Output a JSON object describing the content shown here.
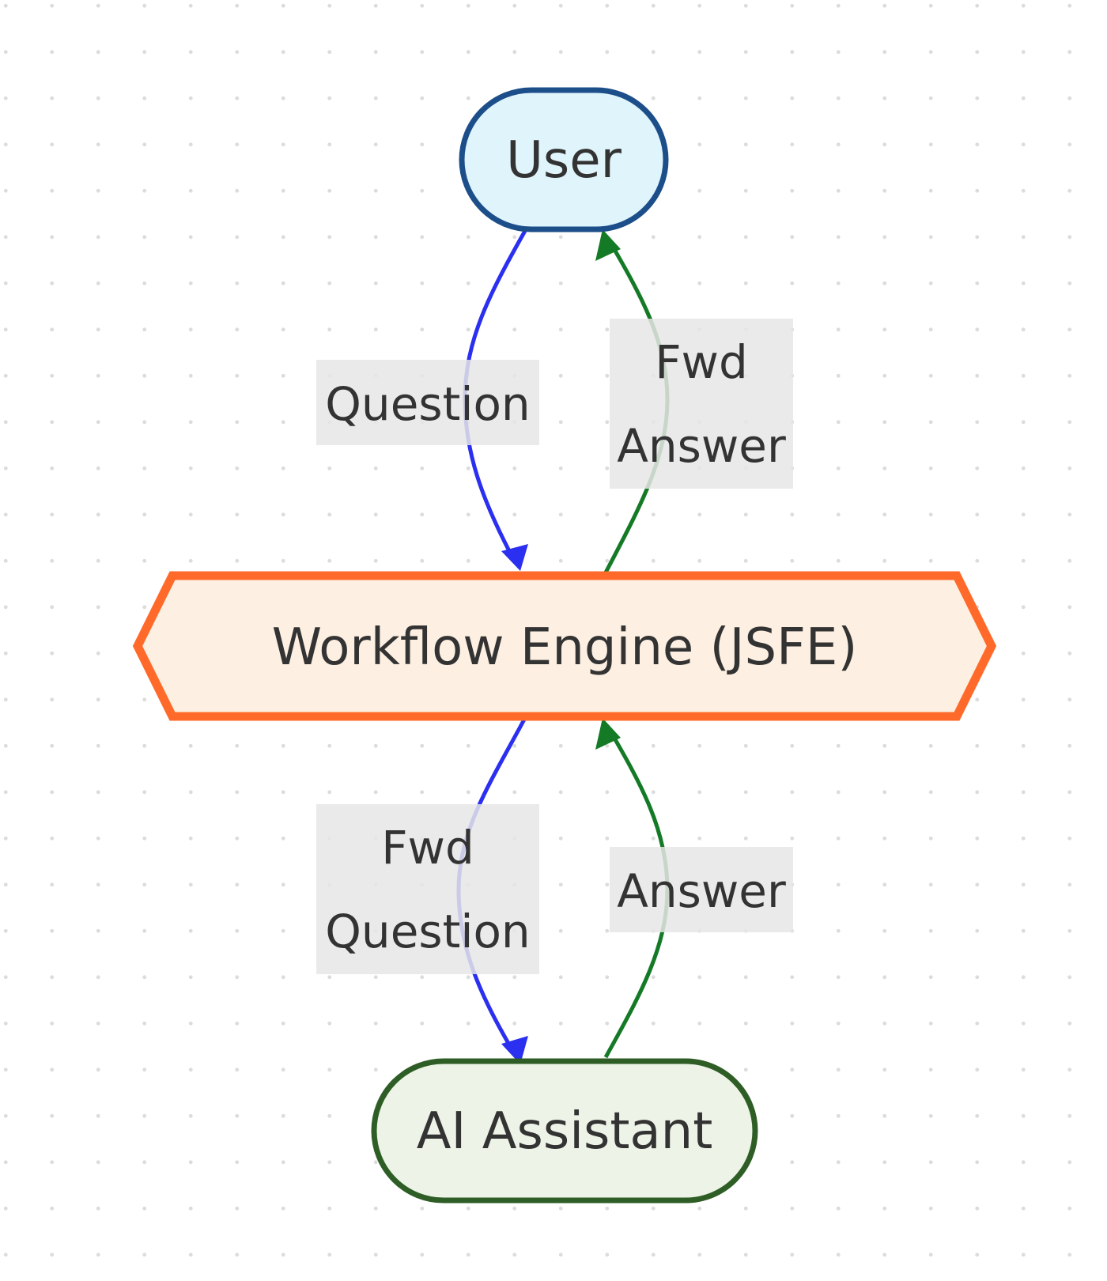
{
  "nodes": {
    "user": {
      "label": "User",
      "fill": "#dff4fb",
      "stroke": "#1c4e8a"
    },
    "engine": {
      "label": "Workflow Engine (JSFE)",
      "fill": "#fdf0e2",
      "stroke": "#ff6a2a"
    },
    "assistant": {
      "label": "AI Assistant",
      "fill": "#edf4e7",
      "stroke": "#2e5e26"
    }
  },
  "edges": {
    "question": {
      "lines": [
        "Question"
      ],
      "color": "#2a2ff0",
      "from": "User",
      "to": "Workflow Engine (JSFE)"
    },
    "fwd_answer": {
      "lines": [
        "Fwd",
        "Answer"
      ],
      "color": "#147a26",
      "from": "Workflow Engine (JSFE)",
      "to": "User"
    },
    "fwd_question": {
      "lines": [
        "Fwd",
        "Question"
      ],
      "color": "#2a2ff0",
      "from": "Workflow Engine (JSFE)",
      "to": "AI Assistant"
    },
    "answer": {
      "lines": [
        "Answer"
      ],
      "color": "#147a26",
      "from": "AI Assistant",
      "to": "Workflow Engine (JSFE)"
    }
  },
  "colors": {
    "edge_label_bg": "#e6e6e6",
    "text": "#333333",
    "grid_dot": "#dcdcdc"
  }
}
